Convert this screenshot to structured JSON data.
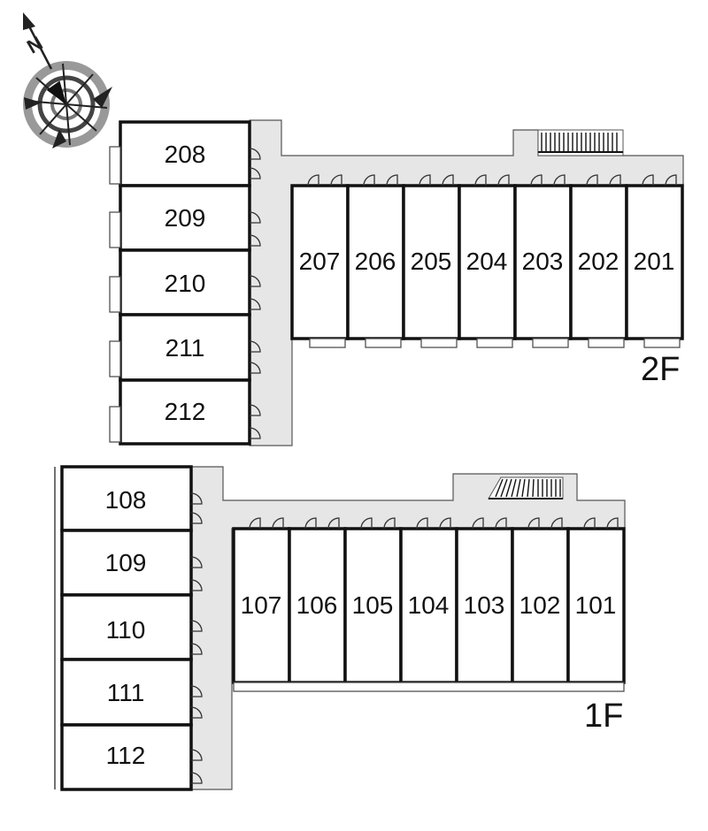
{
  "compass": {
    "north_label": "N",
    "icon": "compass-rose-icon"
  },
  "floors": [
    {
      "label": "2F",
      "column_units": [
        "208",
        "209",
        "210",
        "211",
        "212"
      ],
      "row_units": [
        "207",
        "206",
        "205",
        "204",
        "203",
        "202",
        "201"
      ]
    },
    {
      "label": "1F",
      "column_units": [
        "108",
        "109",
        "110",
        "111",
        "112"
      ],
      "row_units": [
        "107",
        "106",
        "105",
        "104",
        "103",
        "102",
        "101"
      ]
    }
  ],
  "colors": {
    "corridor": "#e6e6e6",
    "wall": "#111111",
    "background": "#ffffff"
  }
}
